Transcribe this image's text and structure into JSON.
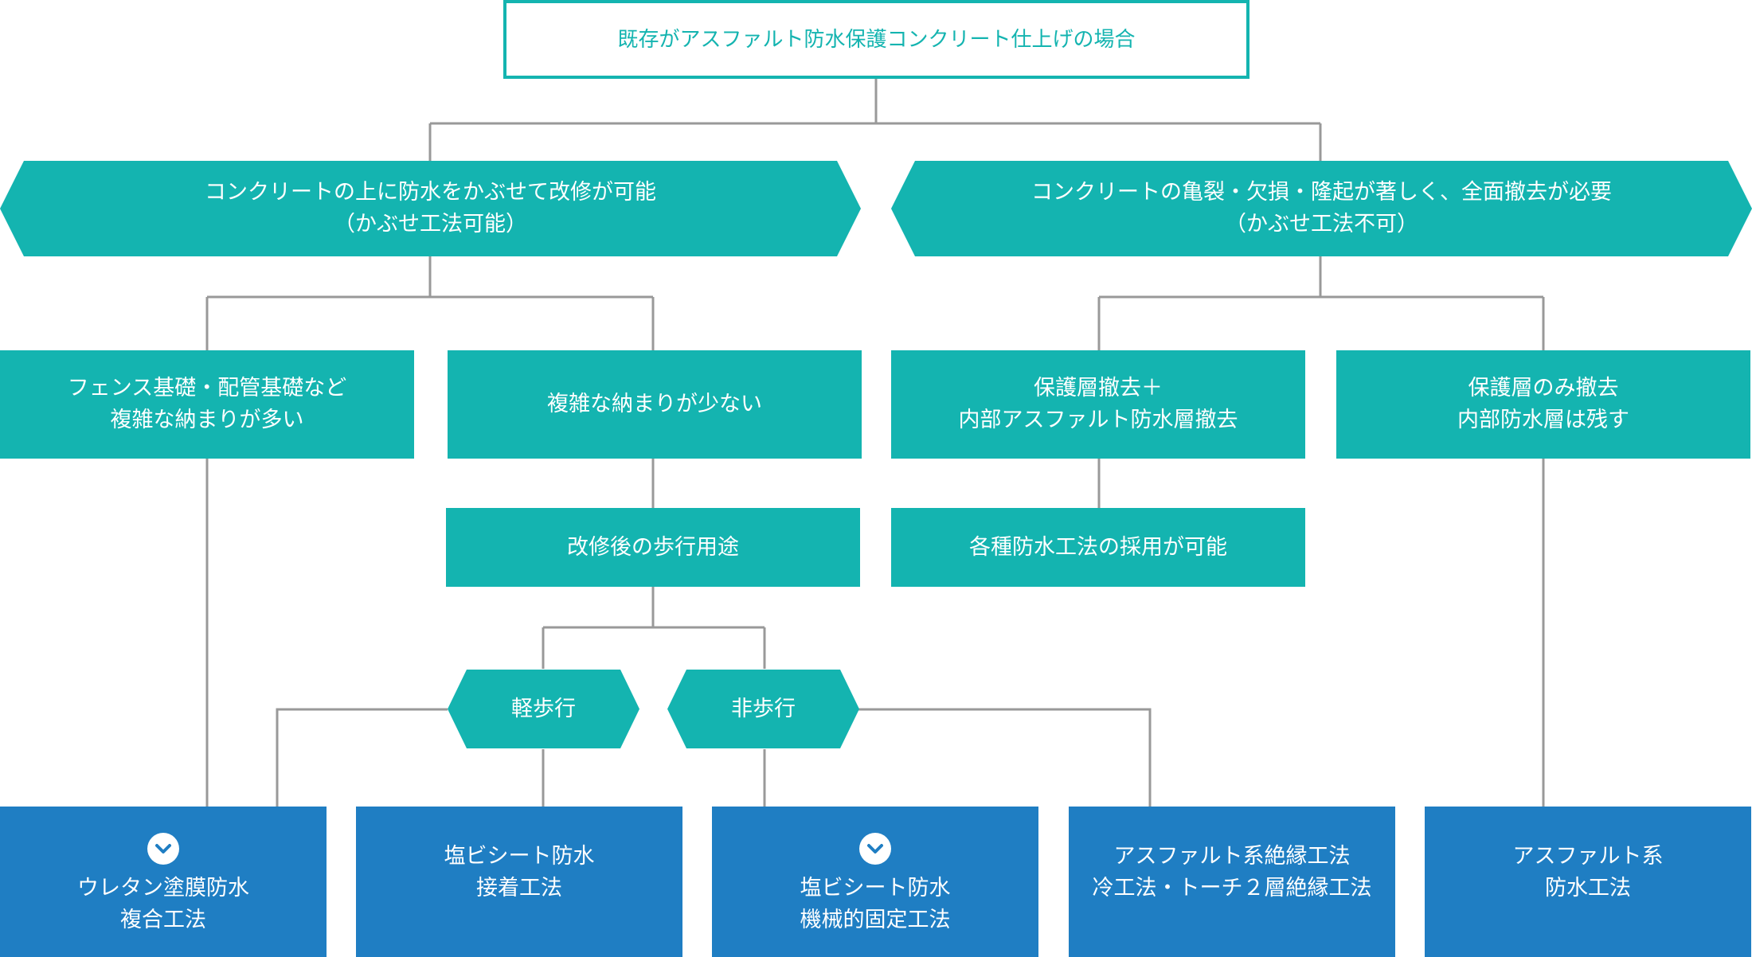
{
  "root": {
    "line1": "既存がアスファルト防水保護コンクリート仕上げの場合"
  },
  "branch_left": {
    "line1": "コンクリートの上に防水をかぶせて改修が可能",
    "line2": "（かぶせ工法可能）"
  },
  "branch_right": {
    "line1": "コンクリートの亀裂・欠損・隆起が著しく、全面撤去が必要",
    "line2": "（かぶせ工法不可）"
  },
  "cond_complex": {
    "line1": "フェンス基礎・配管基礎など",
    "line2": "複雑な納まりが多い"
  },
  "cond_simple": {
    "line1": "複雑な納まりが少ない"
  },
  "cond_full_removal": {
    "line1": "保護層撤去＋",
    "line2": "内部アスファルト防水層撤去"
  },
  "cond_protect_only": {
    "line1": "保護層のみ撤去",
    "line2": "内部防水層は残す"
  },
  "usage": {
    "line1": "改修後の歩行用途"
  },
  "any_method": {
    "line1": "各種防水工法の採用が可能"
  },
  "light_walk": {
    "line1": "軽歩行"
  },
  "no_walk": {
    "line1": "非歩行"
  },
  "result_urethane": {
    "line1": "ウレタン塗膜防水",
    "line2": "複合工法"
  },
  "result_pvc_adhesive": {
    "line1": "塩ビシート防水",
    "line2": "接着工法"
  },
  "result_pvc_mechanical": {
    "line1": "塩ビシート防水",
    "line2": "機械的固定工法"
  },
  "result_asphalt_insulation": {
    "line1": "アスファルト系絶縁工法",
    "line2": "冷工法・トーチ２層絶縁工法"
  },
  "result_asphalt": {
    "line1": "アスファルト系",
    "line2": "防水工法"
  },
  "colors": {
    "teal": "#14b4b0",
    "blue": "#1f7ec3",
    "connector": "#999999"
  },
  "icons": {
    "recommended": "chevron-down-icon"
  }
}
